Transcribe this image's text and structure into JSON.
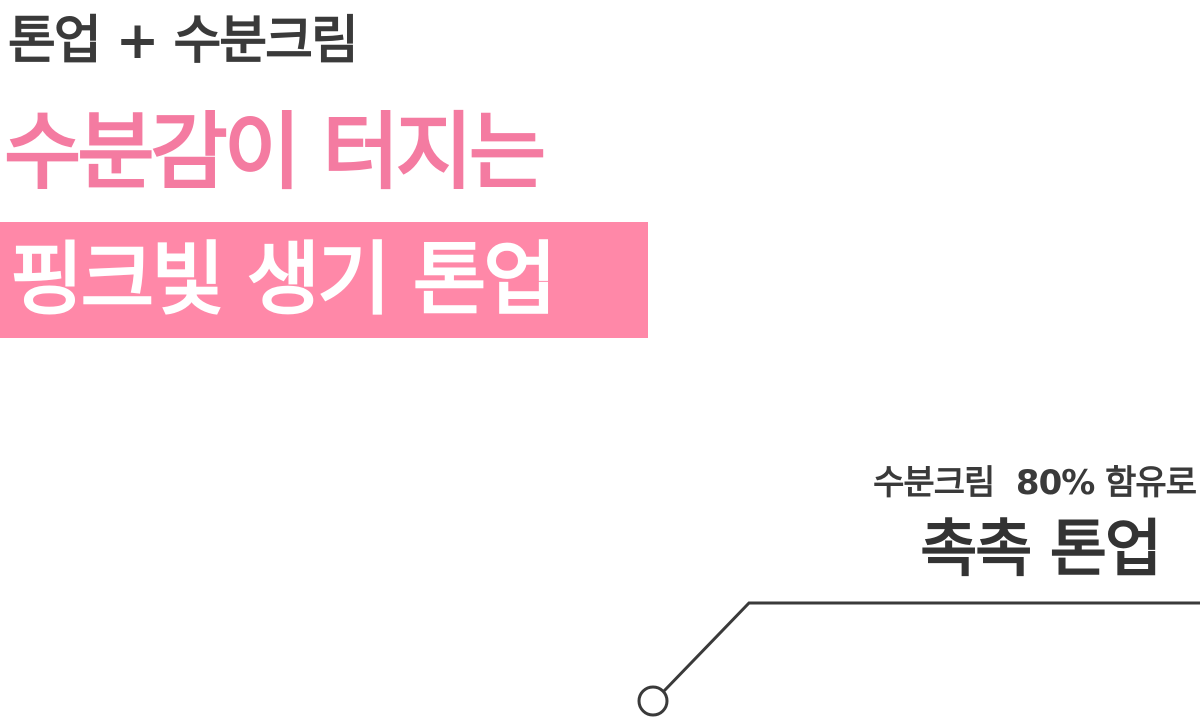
{
  "intro": {
    "subtitle": "톤업 + 수분크림"
  },
  "headline": {
    "line1": "수분감이 터지는",
    "line2": "핑크빛 생기 톤업",
    "pink_color": "#f47ba1",
    "box_color": "#ff88a8"
  },
  "callout": {
    "small_text": "수분크림  80% 함유로",
    "big_text": "촉촉 톤업",
    "line_color": "#3a3a3a"
  }
}
